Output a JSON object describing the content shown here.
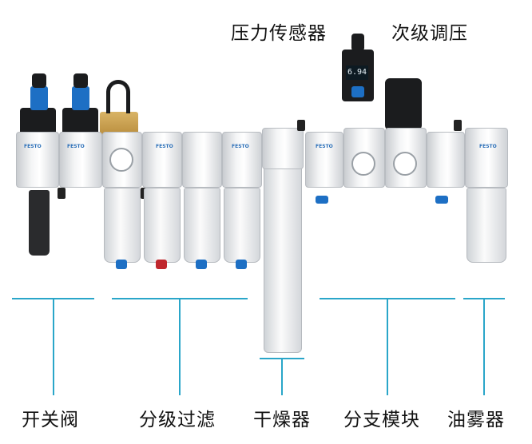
{
  "top_labels": {
    "pressure_sensor": "压力传感器",
    "secondary_regulator": "次级调压"
  },
  "bottom_labels": {
    "shutoff_valve": "开关阀",
    "staged_filtration": "分级过滤",
    "dryer": "干燥器",
    "branch_module": "分支模块",
    "lubricator": "油雾器"
  },
  "sensor_display": "6.94",
  "brand": "FESTO",
  "colors": {
    "callout_line": "#2aa6c9",
    "accent_blue": "#1d6fc4"
  }
}
